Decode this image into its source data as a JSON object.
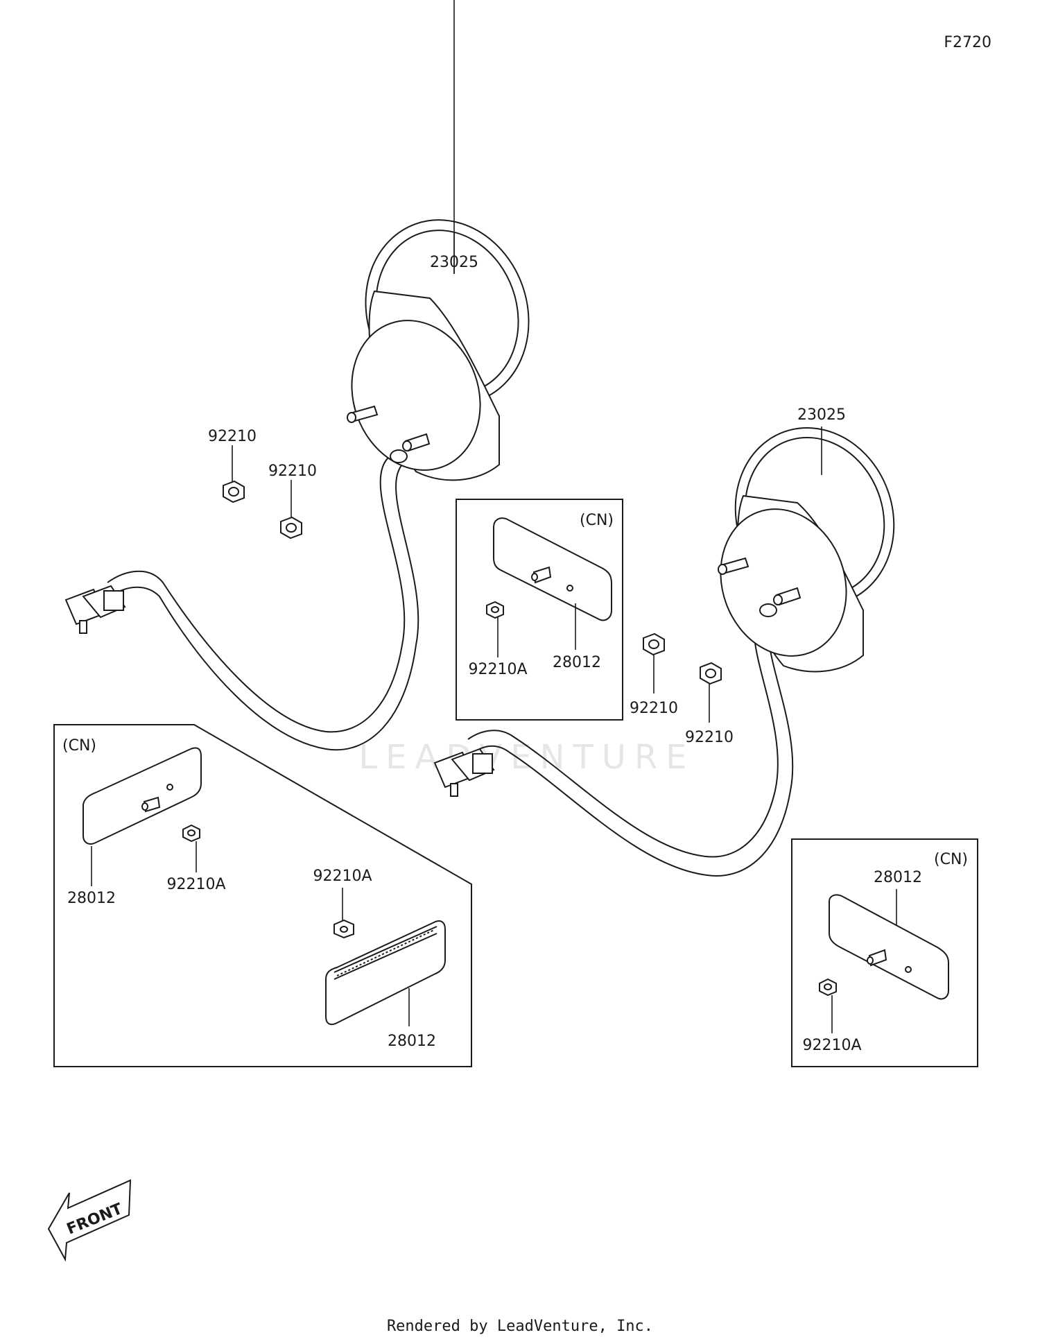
{
  "diagram_code": "F2720",
  "watermark": "LEADVENTURE",
  "footer": "Rendered by LeadVenture, Inc.",
  "front_label": "FRONT",
  "labels": {
    "lamp_left": "23025",
    "lamp_right": "23025",
    "nut_left_a": "92210",
    "nut_left_b": "92210",
    "nut_right_a": "92210",
    "nut_right_b": "92210",
    "box_mid_variant": "(CN)",
    "box_mid_reflector": "28012",
    "box_mid_nut": "92210A",
    "box_left_variant": "(CN)",
    "box_left_reflector_1": "28012",
    "box_left_nut_1": "92210A",
    "box_left_nut_2": "92210A",
    "box_left_reflector_2": "28012",
    "box_right_variant": "(CN)",
    "box_right_reflector": "28012",
    "box_right_nut": "92210A"
  }
}
